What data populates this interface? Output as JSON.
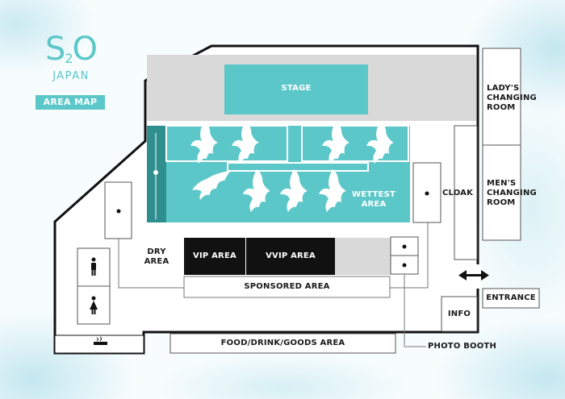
{
  "logo": {
    "main": "S2O",
    "main_prefix": "S",
    "main_sub": "2",
    "main_suffix": "O",
    "sub": "JAPAN"
  },
  "badge": "AREA MAP",
  "areas": {
    "stage": "STAGE",
    "wettest_line1": "WETTEST",
    "wettest_line2": "AREA",
    "dry_line1": "DRY",
    "dry_line2": "AREA",
    "vip": "VIP AREA",
    "vvip": "VVIP AREA",
    "sponsored": "SPONSORED AREA",
    "food": "FOOD/DRINK/GOODS AREA",
    "cloak": "CLOAK",
    "lady_line1": "LADY'S",
    "lady_line2": "CHANGING",
    "lady_line3": "ROOM",
    "men_line1": "MEN'S",
    "men_line2": "CHANGING",
    "men_line3": "ROOM",
    "entrance": "ENTRANCE",
    "info": "INFO",
    "photo_booth": "PHOTO BOOTH"
  },
  "icons": [
    "male-toilet-icon",
    "female-toilet-icon",
    "smoking-area-icon",
    "entrance-arrow-icon",
    "water-splash-icon"
  ],
  "colors": {
    "teal": "#5cc7c9",
    "dark_teal": "#2f8f8f",
    "gray": "#d9d9d9",
    "black": "#111111"
  }
}
